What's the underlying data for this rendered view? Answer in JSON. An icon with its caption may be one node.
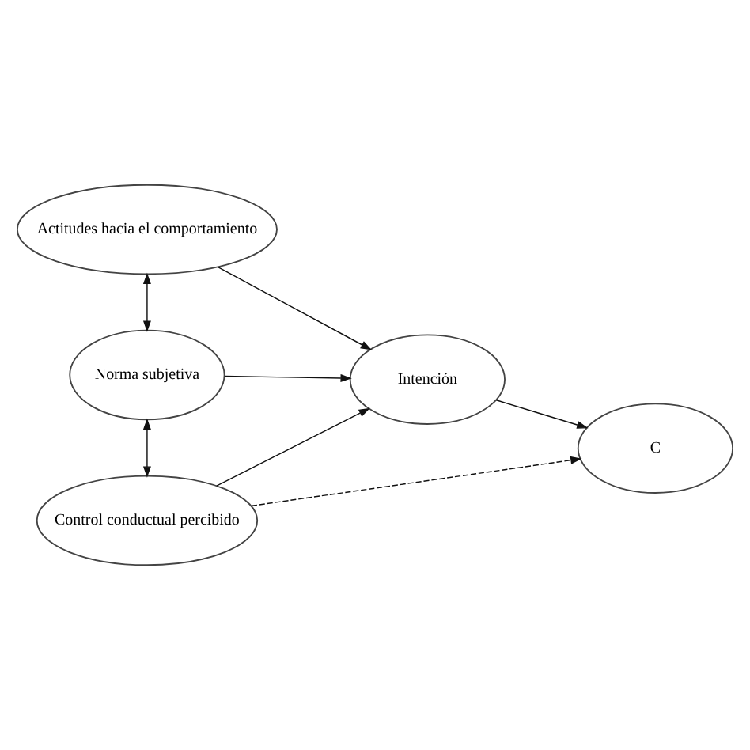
{
  "diagram": {
    "nodes": [
      {
        "text": [
          "Actitudes hacia el comportamiento"
        ]
      },
      {
        "text": [
          "Norma subjetiva"
        ]
      },
      {
        "text": [
          "Intención"
        ]
      },
      {
        "text": [
          "C"
        ]
      },
      {
        "text": [
          "Control conductual percibido"
        ]
      }
    ],
    "edges": [
      {
        "from": 0,
        "to": 1,
        "arrow": "both"
      },
      {
        "from": 1,
        "to": 4,
        "arrow": "both"
      },
      {
        "from": 0,
        "to": 2,
        "arrow": "to"
      },
      {
        "from": 1,
        "to": 2,
        "arrow": "to"
      },
      {
        "from": 4,
        "to": 2,
        "arrow": "to"
      },
      {
        "from": 2,
        "to": 3,
        "arrow": "to"
      },
      {
        "from": 4,
        "to": 3,
        "arrow": "to",
        "style": "dashed"
      }
    ]
  }
}
